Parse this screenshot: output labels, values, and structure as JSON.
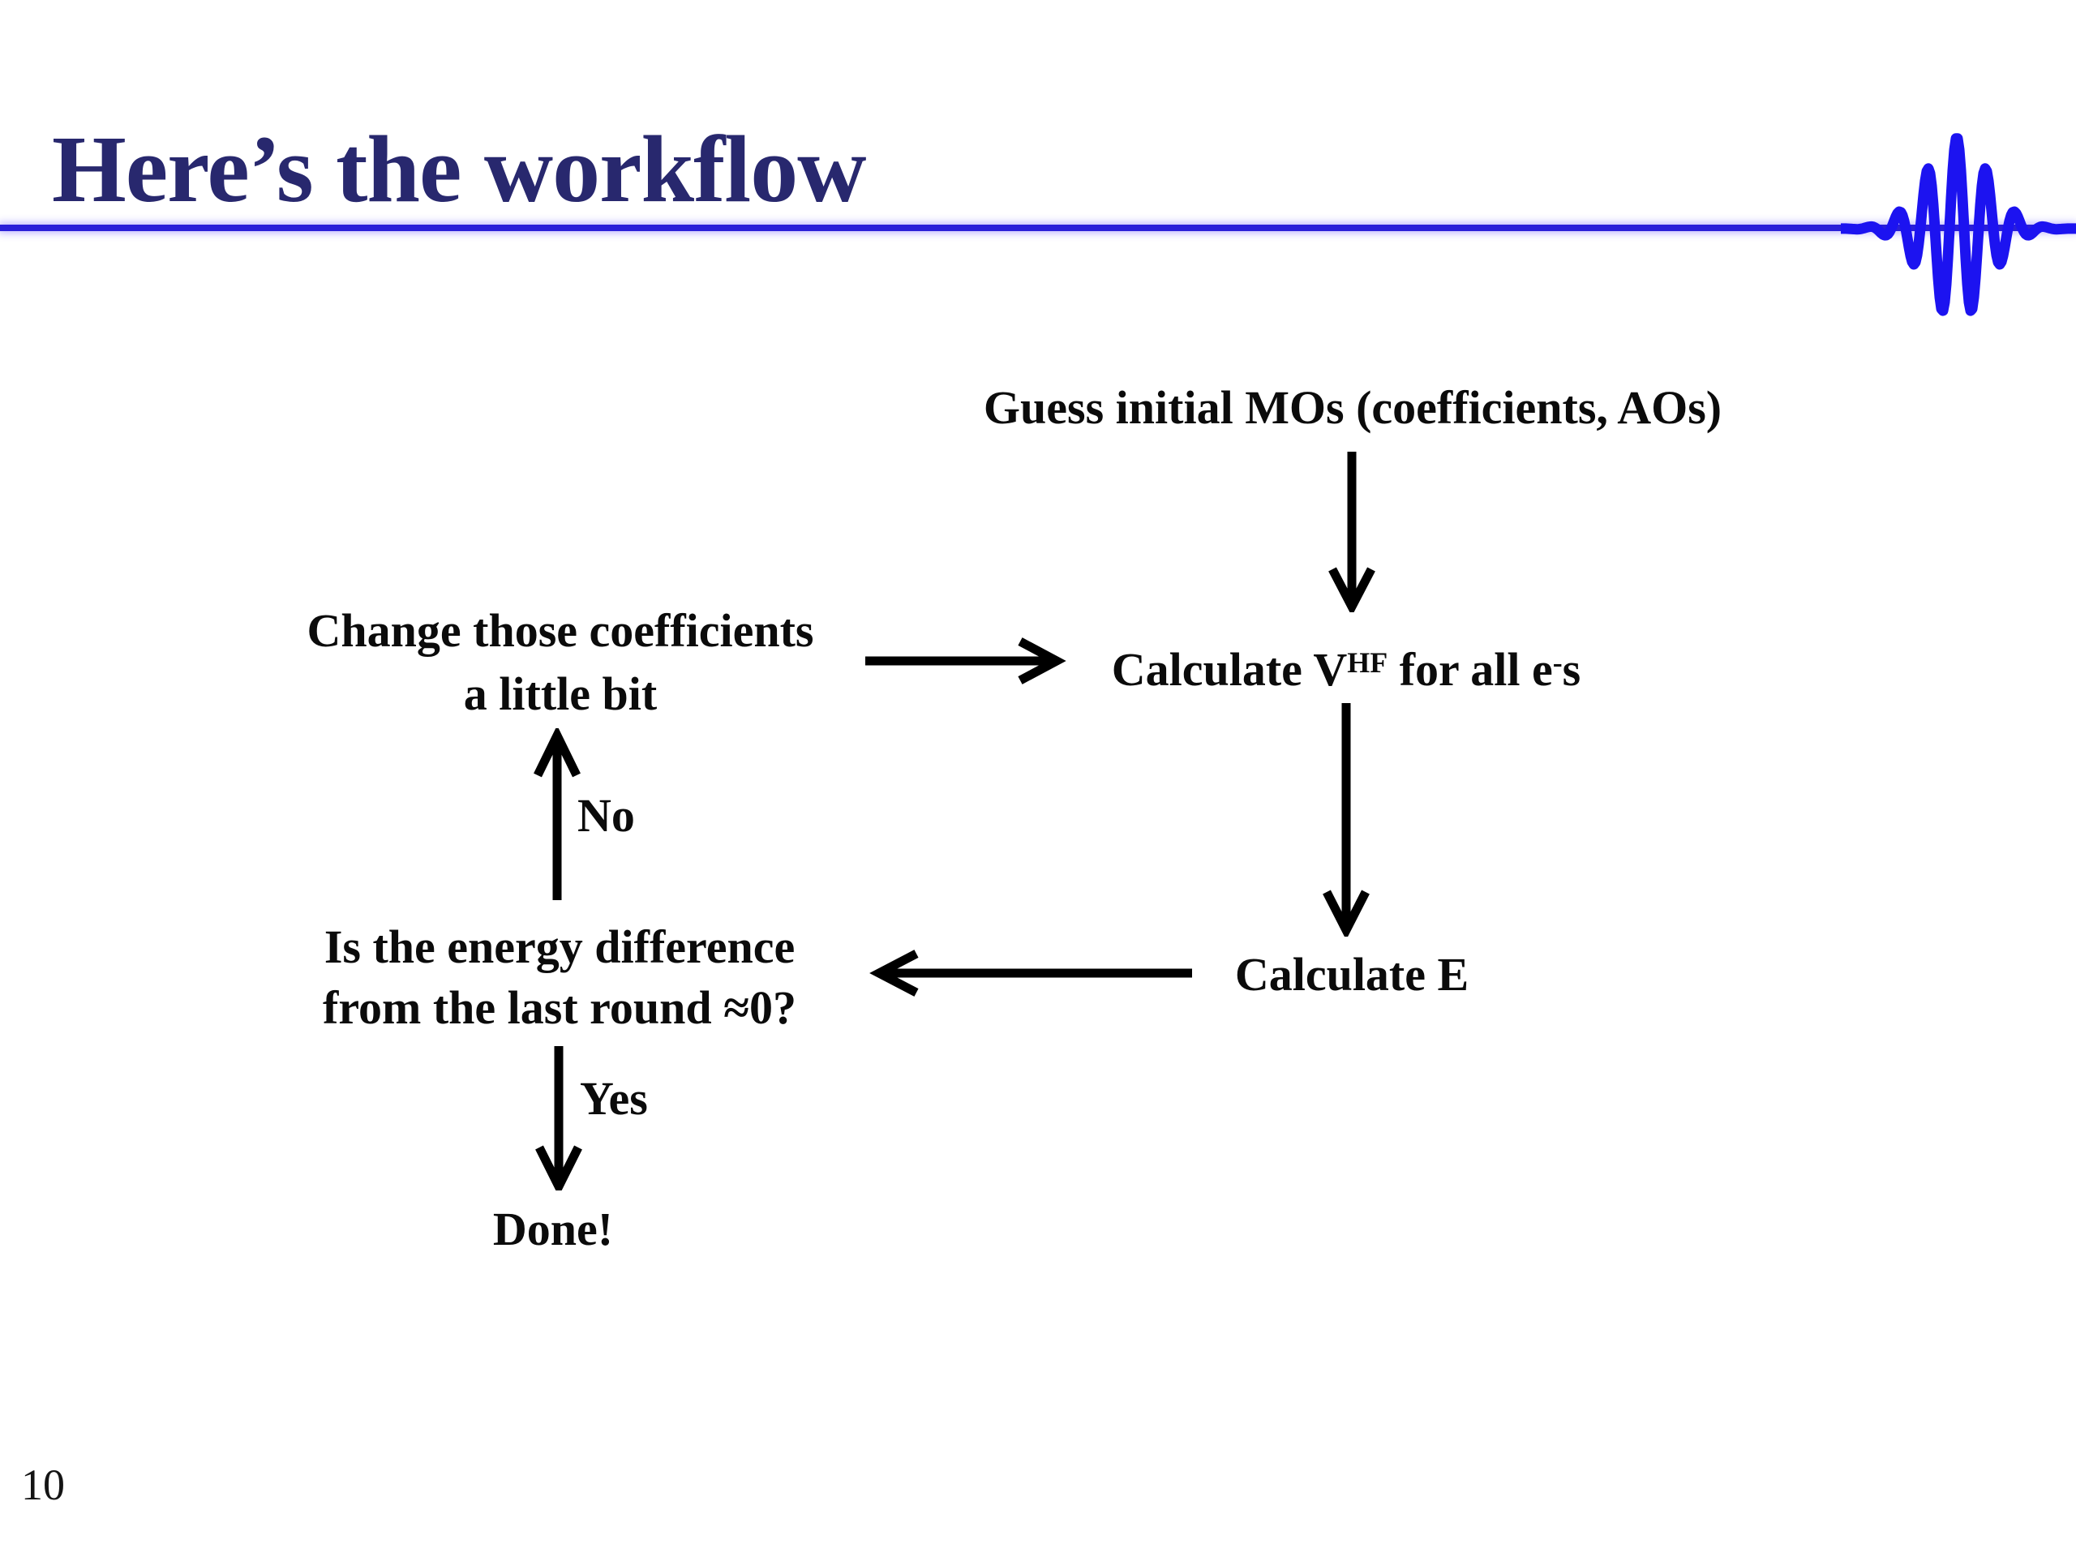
{
  "slide": {
    "title": "Here’s the workflow",
    "page_number": "10"
  },
  "colors": {
    "title_text": "#28286E",
    "accent_line": "#2A1FD8",
    "wavelet": "#1C13F0",
    "flow_text": "#0B0B0B"
  },
  "flowchart": {
    "guess": "Guess initial MOs (coefficients, AOs)",
    "calc_vhf": {
      "pre": "Calculate V",
      "sup1": "HF",
      "mid": " for all e",
      "sup2": "-",
      "post": "s"
    },
    "change_line1": "Change those coefficients",
    "change_line2": "a little bit",
    "calc_e": "Calculate E",
    "question_line1": "Is the energy difference",
    "question_line2": "from the last round ≈0?",
    "label_no": "No",
    "label_yes": "Yes",
    "done": "Done!"
  }
}
